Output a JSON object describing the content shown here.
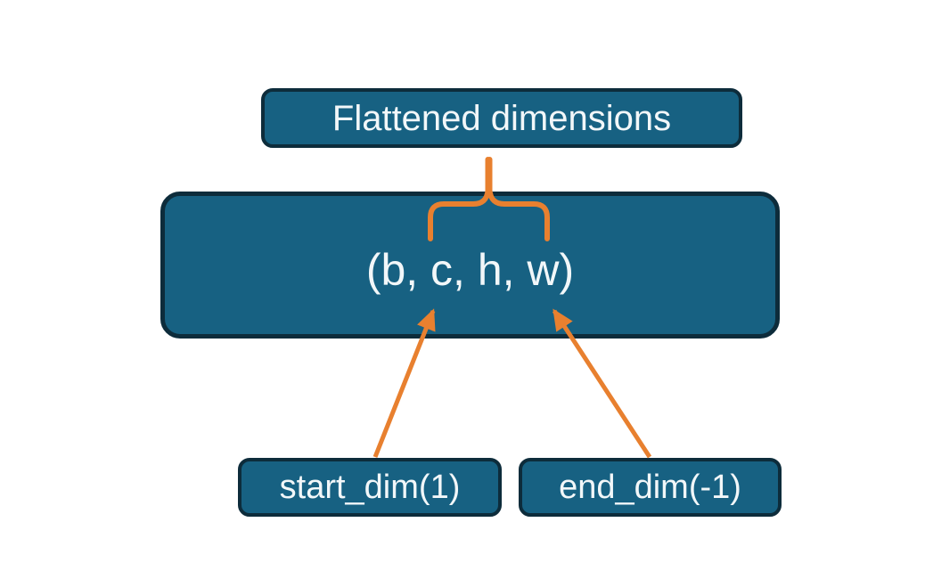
{
  "diagram": {
    "title": "Tensor flatten dimensions diagram",
    "colors": {
      "background": "#ffffff",
      "box_fill": "#176182",
      "box_border": "#0d2c3b",
      "accent_orange": "#e8802f",
      "text": "#f2f7f9"
    },
    "nodes": {
      "flattened": {
        "label": "Flattened dimensions"
      },
      "tensor": {
        "label": "(b, c, h, w)"
      },
      "start_dim": {
        "label": "start_dim(1)"
      },
      "end_dim": {
        "label": "end_dim(-1)"
      }
    },
    "connectors": {
      "brace": "brace spanning dims c,h,w pointing to Flattened dimensions",
      "start_dim_arrow": "arrow from start_dim(1) to dim c",
      "end_dim_arrow": "arrow from end_dim(-1) to dim w"
    }
  }
}
